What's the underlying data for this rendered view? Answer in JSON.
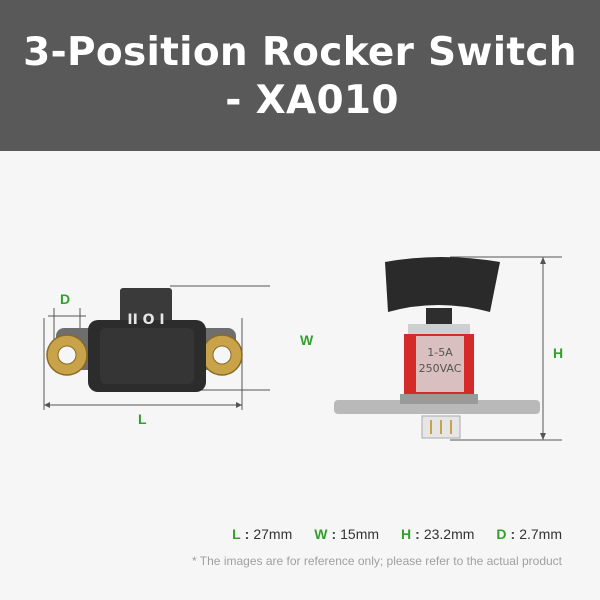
{
  "header": {
    "title_line1": "3-Position Rocker Switch",
    "title_line2": "- XA010"
  },
  "front_view": {
    "dimension_d": "D",
    "dimension_w": "W",
    "dimension_l": "L",
    "switch_marking": "II O I"
  },
  "side_view": {
    "dimension_h": "H",
    "rating_current": "1-5A",
    "rating_voltage": "250VAC"
  },
  "specs": [
    {
      "key": "L",
      "value": "27mm"
    },
    {
      "key": "W",
      "value": "15mm"
    },
    {
      "key": "H",
      "value": "23.2mm"
    },
    {
      "key": "D",
      "value": "2.7mm"
    }
  ],
  "specs_separator": ":",
  "note": "* The images are for reference only; please refer to the actual product",
  "colors": {
    "header_bg": "#595959",
    "accent_green": "#33a02c",
    "brass": "#c9a34a",
    "switch_red": "#d42a2a"
  }
}
